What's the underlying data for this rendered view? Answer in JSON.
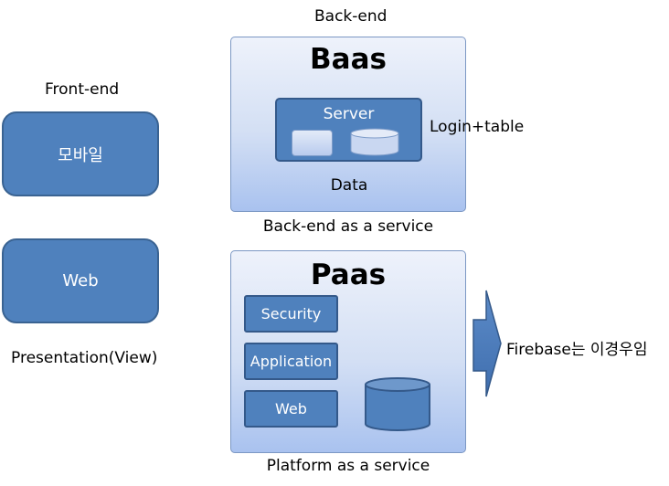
{
  "labels": {
    "backend_top": "Back-end",
    "frontend": "Front-end",
    "login_table": "Login+table",
    "baas_caption": "Back-end as a service",
    "presentation": "Presentation(View)",
    "paas_caption": "Platform as a service",
    "firebase": "Firebase는 이경우임"
  },
  "front_boxes": {
    "mobile": "모바일",
    "web": "Web"
  },
  "baas": {
    "title": "Baas",
    "server": "Server",
    "data": "Data"
  },
  "paas": {
    "title": "Paas",
    "items": [
      "Security",
      "Application",
      "Web"
    ]
  },
  "colors": {
    "box_fill": "#4f81bd",
    "box_border": "#34598a",
    "panel_gradient_top": "#eef2fb",
    "panel_gradient_bottom": "#a9c2ef"
  }
}
